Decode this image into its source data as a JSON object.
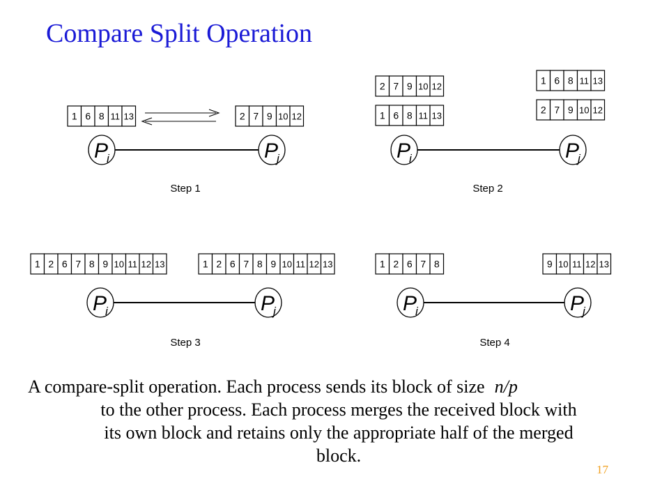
{
  "title": "Compare Split Operation",
  "process_labels": {
    "i": "P",
    "i_sub": "i",
    "j": "P",
    "j_sub": "j"
  },
  "steps": [
    {
      "label": "Step 1",
      "pi_blocks": [
        [
          1,
          6,
          8,
          11,
          13
        ]
      ],
      "pj_blocks": [
        [
          2,
          7,
          9,
          10,
          12
        ]
      ],
      "exchange_arrows": true
    },
    {
      "label": "Step 2",
      "pi_blocks": [
        [
          2,
          7,
          9,
          10,
          12
        ],
        [
          1,
          6,
          8,
          11,
          13
        ]
      ],
      "pj_blocks": [
        [
          1,
          6,
          8,
          11,
          13
        ],
        [
          2,
          7,
          9,
          10,
          12
        ]
      ],
      "exchange_arrows": false
    },
    {
      "label": "Step 3",
      "pi_blocks": [
        [
          1,
          2,
          6,
          7,
          8,
          9,
          10,
          11,
          12,
          13
        ]
      ],
      "pj_blocks": [
        [
          1,
          2,
          6,
          7,
          8,
          9,
          10,
          11,
          12,
          13
        ]
      ],
      "exchange_arrows": false
    },
    {
      "label": "Step 4",
      "pi_blocks": [
        [
          1,
          2,
          6,
          7,
          8
        ]
      ],
      "pj_blocks": [
        [
          9,
          10,
          11,
          12,
          13
        ]
      ],
      "exchange_arrows": false
    }
  ],
  "caption": {
    "line1": "A compare-split operation. Each process sends its block of size",
    "np": "n/p",
    "line2": "to the other process. Each process merges the received block with",
    "line3": "its own block and retains only the appropriate half of the merged",
    "line4": "block."
  },
  "page_number": "17",
  "colors": {
    "title": "#1a1ad6",
    "page_number": "#f0a020"
  }
}
